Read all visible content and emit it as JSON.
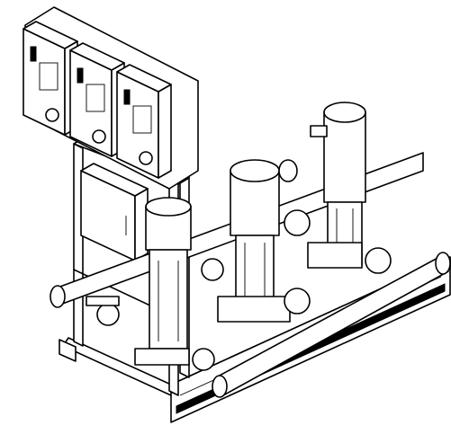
{
  "drawing": {
    "subject": "",
    "line_color": "#000000",
    "background": "#ffffff"
  },
  "components": {
    "controller_count": 3,
    "pump_count": 3,
    "control_box_count": 1
  }
}
